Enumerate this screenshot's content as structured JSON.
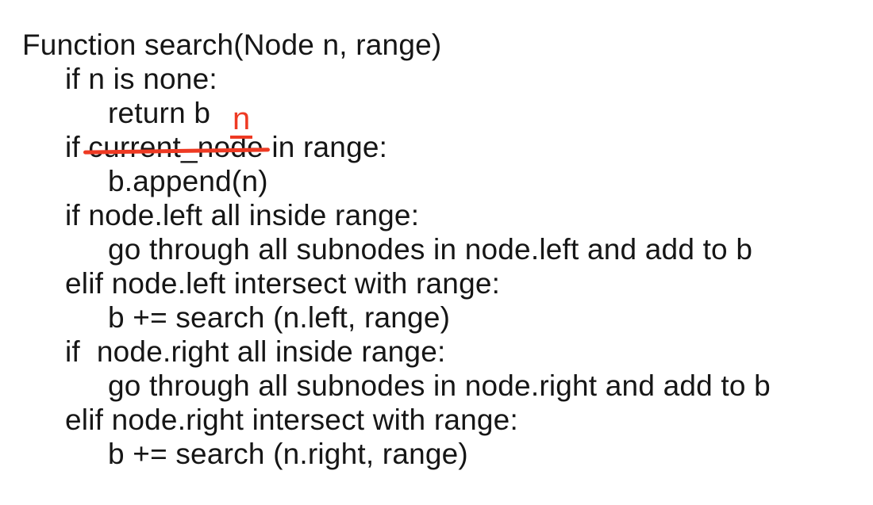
{
  "colors": {
    "background": "#ffffff",
    "text": "#161616",
    "annotation_red": "#ee3a23"
  },
  "pseudocode": {
    "lines": [
      {
        "text": "Function search(Node n, range)"
      },
      {
        "text": "if n is none:"
      },
      {
        "text": "return b"
      },
      {
        "prefix": "if ",
        "struck": "current_node",
        "suffix": " in range:"
      },
      {
        "text": "b.append(n)"
      },
      {
        "text": "if node.left all inside range:"
      },
      {
        "text": "go through all subnodes in node.left and add to b"
      },
      {
        "text": "elif node.left intersect with range:"
      },
      {
        "text": "b += search (n.left, range)"
      },
      {
        "text": "if  node.right all inside range:"
      },
      {
        "text": "go through all subnodes in node.right and add to b"
      },
      {
        "text": "elif node.right intersect with range:"
      },
      {
        "text": "b += search (n.right, range)"
      }
    ],
    "annotation": {
      "replacement": "n"
    }
  }
}
